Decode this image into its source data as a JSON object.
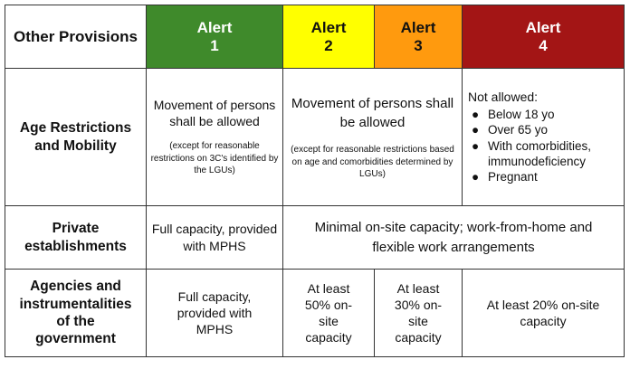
{
  "header": {
    "label": "Other Provisions",
    "alerts": [
      {
        "word": "Alert",
        "num": "1"
      },
      {
        "word": "Alert",
        "num": "2"
      },
      {
        "word": "Alert",
        "num": "3"
      },
      {
        "word": "Alert",
        "num": "4"
      }
    ]
  },
  "colors": {
    "alert1": "#3f8a2b",
    "alert2": "#ffff00",
    "alert3": "#ff9a0e",
    "alert4": "#a31515"
  },
  "rows": {
    "age": {
      "label": "Age Restrictions and Mobility",
      "alert1_main": "Movement of persons shall be allowed",
      "alert1_note": "(except for reasonable restrictions on 3C's identified by the LGUs)",
      "alert23_main": "Movement of persons shall be allowed",
      "alert23_note": "(except for reasonable restrictions based on age and comorbidities determined by LGUs)",
      "alert4_intro": "Not allowed:",
      "alert4_items": [
        "Below 18 yo",
        "Over 65 yo",
        "With comorbidities, immunodeficiency",
        "Pregnant"
      ]
    },
    "private": {
      "label": "Private establishments",
      "alert1": "Full capacity, provided with MPHS",
      "alert234": "Minimal on-site capacity; work-from-home and flexible work arrangements"
    },
    "agencies": {
      "label": "Agencies and instrumentalities of the government",
      "alert1": "Full capacity, provided with MPHS",
      "alert2": "At least 50% on-site capacity",
      "alert3": "At least 30% on-site capacity",
      "alert4": "At least 20% on-site capacity"
    }
  }
}
